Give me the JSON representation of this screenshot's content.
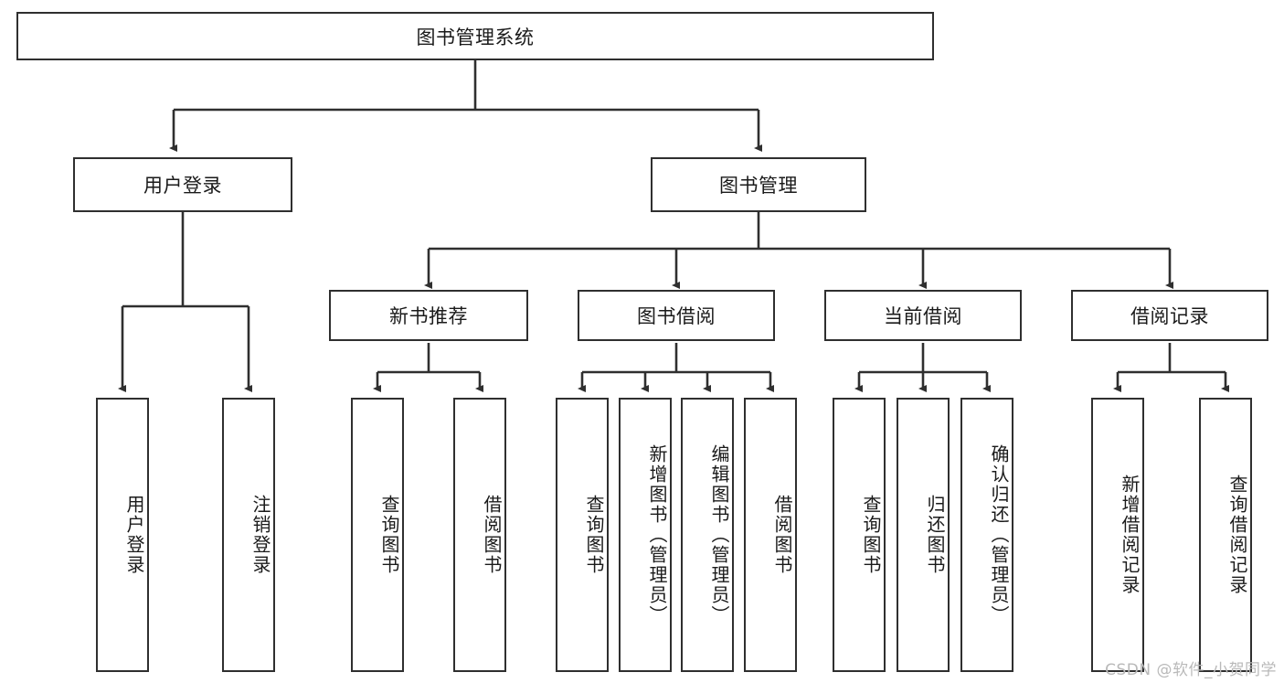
{
  "diagram": {
    "title_node": {
      "label": "图书管理系统"
    },
    "level1": [
      {
        "id": "user-login",
        "label": "用户登录"
      },
      {
        "id": "book-management",
        "label": "图书管理"
      }
    ],
    "level2": [
      {
        "id": "new-book-recommend",
        "label": "新书推荐"
      },
      {
        "id": "book-borrow",
        "label": "图书借阅"
      },
      {
        "id": "current-borrow",
        "label": "当前借阅"
      },
      {
        "id": "borrow-record",
        "label": "借阅记录"
      }
    ],
    "leaves": [
      {
        "id": "leaf-user-login",
        "label": "用户登录",
        "parent": "user-login"
      },
      {
        "id": "leaf-user-logout",
        "label": "注销登录",
        "parent": "user-login"
      },
      {
        "id": "leaf-query-book-1",
        "label": "查询图书",
        "parent": "new-book-recommend"
      },
      {
        "id": "leaf-borrow-book-1",
        "label": "借阅图书",
        "parent": "new-book-recommend"
      },
      {
        "id": "leaf-query-book-2",
        "label": "查询图书",
        "parent": "book-borrow"
      },
      {
        "id": "leaf-add-book",
        "label": "新增图书（管理员）",
        "parent": "book-borrow"
      },
      {
        "id": "leaf-edit-book",
        "label": "编辑图书（管理员）",
        "parent": "book-borrow"
      },
      {
        "id": "leaf-borrow-book-2",
        "label": "借阅图书",
        "parent": "book-borrow"
      },
      {
        "id": "leaf-query-book-3",
        "label": "查询图书",
        "parent": "current-borrow"
      },
      {
        "id": "leaf-return-book",
        "label": "归还图书",
        "parent": "current-borrow"
      },
      {
        "id": "leaf-confirm-return",
        "label": "确认归还（管理员）",
        "parent": "current-borrow"
      },
      {
        "id": "leaf-add-record",
        "label": "新增借阅记录",
        "parent": "borrow-record"
      },
      {
        "id": "leaf-query-record",
        "label": "查询借阅记录",
        "parent": "borrow-record"
      }
    ],
    "watermark": "CSDN @软件_小贺同学",
    "colors": {
      "stroke": "#2f2f2f",
      "fill": "#ffffff",
      "text": "#1a1a1a",
      "watermark": "#b9b9b9"
    }
  }
}
